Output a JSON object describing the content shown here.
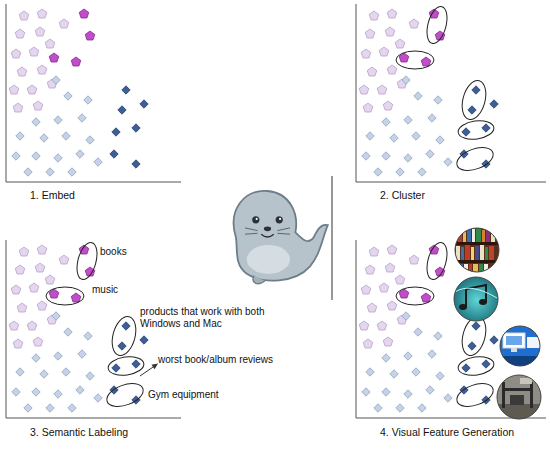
{
  "diagram": {
    "nodes": [
      {
        "text": [
          "books"
        ]
      },
      {
        "text": [
          "music"
        ]
      },
      {
        "text": [
          "products that work with both Windows and Mac"
        ]
      },
      {
        "text": [
          "worst book/album reviews"
        ]
      },
      {
        "text": [
          "Gym equipment"
        ]
      }
    ],
    "labels": [
      "1. Embed",
      "2. Cluster",
      "3. Semantic Labeling",
      "4. Visual Feature Generation"
    ]
  }
}
